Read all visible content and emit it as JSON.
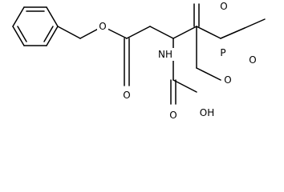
{
  "molecule": {
    "atoms": {
      "ester_oxygen": "O",
      "carbonyl_oxygen": "O",
      "amine": "NH",
      "phosphorus": "P",
      "phosphoryl_oxygen": "O",
      "methoxy_oxygen_upper": "O",
      "methoxy_oxygen_lower": "O",
      "acid_carbonyl_oxygen": "O",
      "acid_hydroxyl": "OH"
    },
    "colors": {
      "bond": "#000000",
      "text": "#000000",
      "background": "#ffffff"
    }
  }
}
